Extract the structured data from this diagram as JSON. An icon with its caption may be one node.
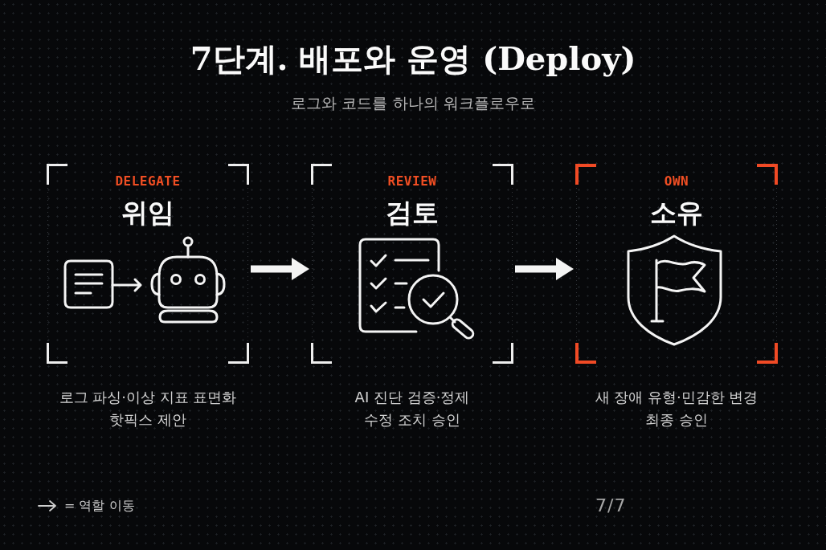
{
  "diagram": {
    "title": "7단계. 배포와 운영 (Deploy)",
    "nodes": [
      {
        "text": [
          "DELEGATE",
          "위임"
        ],
        "beside": [
          "로그 파싱·이상 지표 표면화 핫픽스 제안"
        ]
      },
      {
        "text": [
          "REVIEW",
          "검토"
        ],
        "beside": [
          "AI 진단 검증·정제 수정 조치 승인"
        ]
      },
      {
        "text": [
          "OWN",
          "소유"
        ],
        "beside": [
          "새 장애 유형·민감한 변경 최종 승인"
        ]
      }
    ],
    "edges": [
      {
        "from": 0,
        "to": 1,
        "arrow": "to"
      },
      {
        "from": 1,
        "to": 2,
        "arrow": "to"
      }
    ],
    "labels": [
      "로그와 코드를 하나의 워크플로우로",
      "7/7"
    ],
    "legend": [
      {
        "text": "= 역할 이동"
      }
    ]
  }
}
